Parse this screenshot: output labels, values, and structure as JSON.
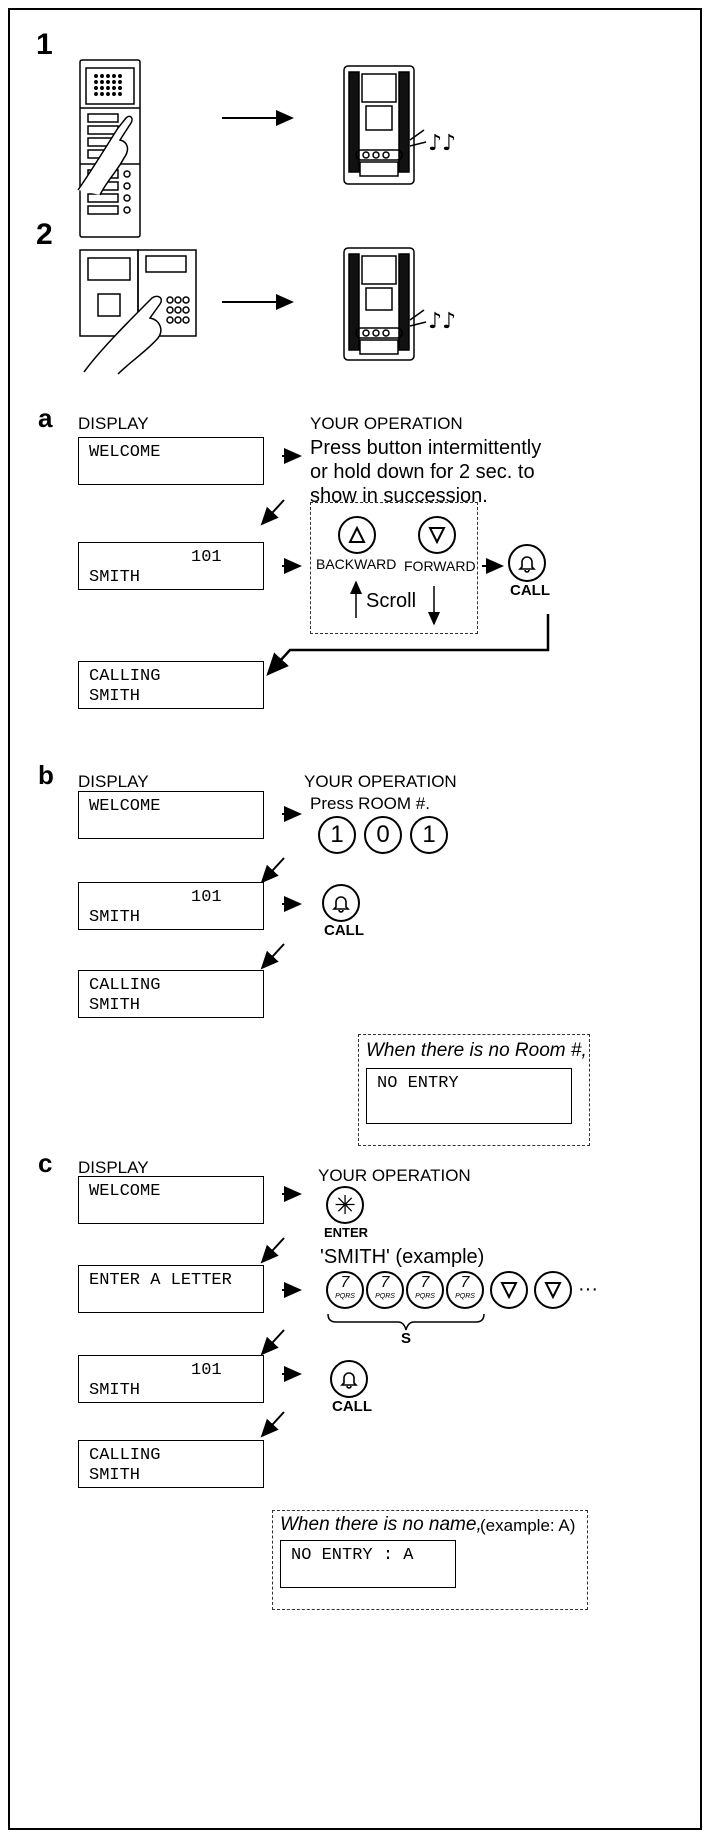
{
  "steps": {
    "one": "1",
    "two": "2",
    "a": "a",
    "b": "b",
    "c": "c"
  },
  "labels": {
    "display": "DISPLAY",
    "your_operation": "YOUR OPERATION"
  },
  "section_a": {
    "instruction_lines": [
      "Press button intermittently",
      "or hold down for 2 sec. to",
      "show in succession."
    ],
    "lcd1": "WELCOME",
    "lcd2": "          101\nSMITH",
    "lcd3": "CALLING\nSMITH",
    "backward": "BACKWARD",
    "forward": "FORWARD",
    "scroll": "Scroll",
    "call": "CALL"
  },
  "section_b": {
    "instruction": "Press ROOM #.",
    "digits": [
      "1",
      "0",
      "1"
    ],
    "lcd1": "WELCOME",
    "lcd2": "          101\nSMITH",
    "lcd3": "CALLING\nSMITH",
    "call": "CALL",
    "no_room_note": "When there is no Room #,",
    "no_entry": "NO ENTRY"
  },
  "section_c": {
    "lcd1": "WELCOME",
    "lcd2": "ENTER A LETTER",
    "lcd3": "          101\nSMITH",
    "lcd4": "CALLING\nSMITH",
    "enter": "ENTER",
    "example": "'SMITH' (example)",
    "key7": "7",
    "key7_letters": "PQRS",
    "ellipsis": "···",
    "brace_letter": "S",
    "call": "CALL",
    "no_name_note": "When there is no name,",
    "no_name_example": "(example: A)",
    "no_entry_a": "NO ENTRY : A"
  }
}
